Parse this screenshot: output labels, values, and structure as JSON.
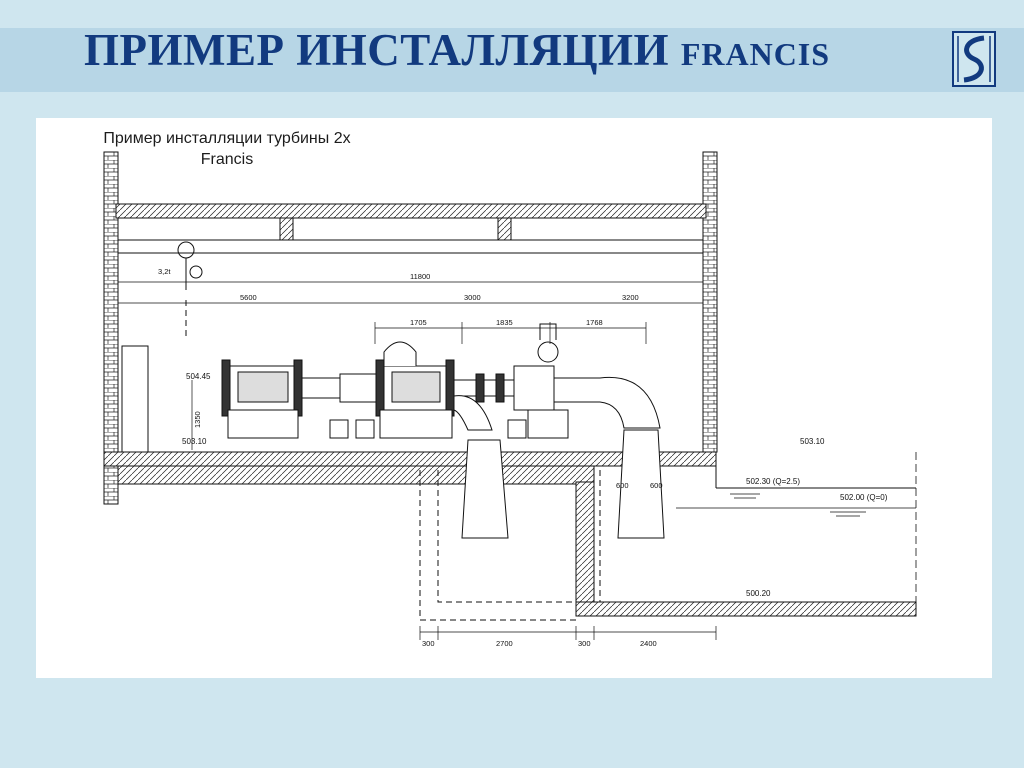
{
  "slide": {
    "title_main": "ПРИМЕР ИНСТАЛЛЯЦИИ",
    "title_sub": "FRANCIS",
    "colors": {
      "title": "#123a7f",
      "band": "#b7d6e6",
      "background": "#cfe6ef"
    },
    "logo_icon": "brand-logo-icon"
  },
  "drawing": {
    "caption_line1": "Пример инсталляции турбины 2х",
    "caption_line2": "Francis",
    "dims": {
      "total": "11800",
      "left_span": "5600",
      "mid_span": "3000",
      "right_span": "3200",
      "d1": "1705",
      "d2": "1835",
      "d3": "1768",
      "height": "1350",
      "gap_left": "300",
      "pit": "2700",
      "gap_right": "300",
      "outlet": "2400",
      "pipe_a": "600",
      "pipe_b": "600",
      "crane": "3,2t"
    },
    "levels": {
      "top_left": "504.45",
      "floor_left": "503.10",
      "floor_right": "503.10",
      "tailwater_high": "502.30  (Q=2.5)",
      "tailwater_low": "502.00  (Q=0)",
      "channel_bottom": "500.20"
    }
  }
}
